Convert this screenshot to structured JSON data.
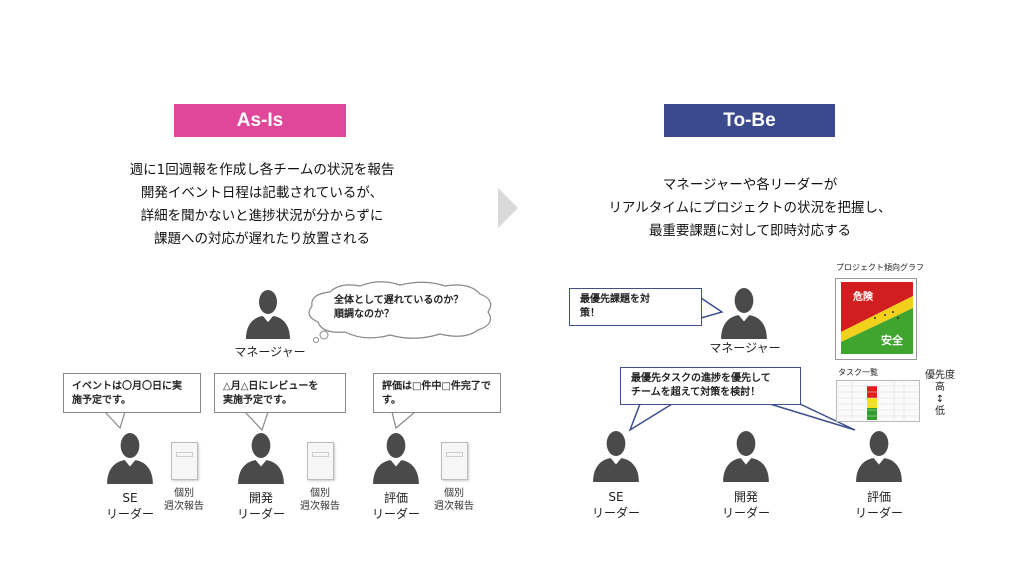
{
  "as_is": {
    "title": "As-Is",
    "color": "#e0479a",
    "description": [
      "週に1回週報を作成し各チームの状況を報告",
      "開発イベント日程は記載されているが、",
      "詳細を聞かないと進捗状況が分からずに",
      "課題への対応が遅れたり放置される"
    ],
    "manager_label": "マネージャー",
    "manager_thought": [
      "全体として遅れているのか？",
      "順調なのか？"
    ],
    "leaders": [
      {
        "name": [
          "SE",
          "リーダー"
        ],
        "bubble": [
          "イベントは〇月〇日に実",
          "施予定です。"
        ],
        "doc": [
          "個別",
          "週次報告"
        ]
      },
      {
        "name": [
          "開発",
          "リーダー"
        ],
        "bubble": [
          "△月△日にレビューを",
          "実施予定です。"
        ],
        "doc": [
          "個別",
          "週次報告"
        ]
      },
      {
        "name": [
          "評価",
          "リーダー"
        ],
        "bubble": [
          "評価は□件中□件完了で",
          "す。"
        ],
        "doc": [
          "個別",
          "週次報告"
        ]
      }
    ]
  },
  "to_be": {
    "title": "To-Be",
    "color": "#3b4a8f",
    "description": [
      "マネージャーや各リーダーが",
      "リアルタイムにプロジェクトの状況を把握し、",
      "最重要課題に対して即時対応する"
    ],
    "manager_label": "マネージャー",
    "manager_bubble": [
      "最優先課題を対",
      "策！"
    ],
    "team_bubble": [
      "最優先タスクの進捗を優先して",
      "チームを超えて対策を検討！"
    ],
    "graph_title": "プロジェクト傾向グラフ",
    "graph_danger": "危険",
    "graph_safe": "安全",
    "task_list_title": "タスク一覧",
    "priority": {
      "label": "優先度",
      "high": "高",
      "arrow": "↕",
      "low": "低"
    },
    "leaders": [
      {
        "name": [
          "SE",
          "リーダー"
        ]
      },
      {
        "name": [
          "開発",
          "リーダー"
        ]
      },
      {
        "name": [
          "評価",
          "リーダー"
        ]
      }
    ]
  }
}
